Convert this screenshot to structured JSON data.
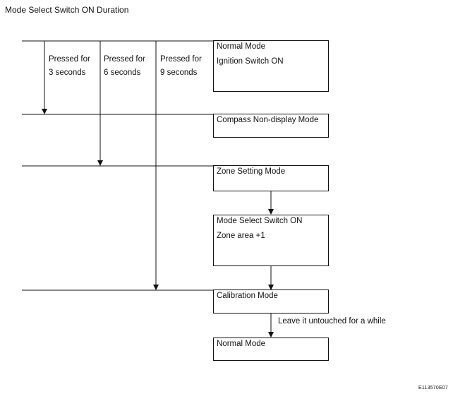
{
  "title": "Mode Select Switch ON Duration",
  "pressed_labels": [
    {
      "line1": "Pressed for",
      "line2": "3 seconds"
    },
    {
      "line1": "Pressed for",
      "line2": "6 seconds"
    },
    {
      "line1": "Pressed for",
      "line2": "9 seconds"
    }
  ],
  "boxes": {
    "normal_top": {
      "line1": "Normal Mode",
      "line2": "Ignition Switch ON"
    },
    "compass": {
      "line1": "Compass Non-display Mode"
    },
    "zone_setting": {
      "line1": "Zone Setting Mode"
    },
    "mode_select": {
      "line1": "Mode Select Switch ON",
      "line2": "Zone area +1"
    },
    "calibration": {
      "line1": "Calibration Mode"
    },
    "normal_bottom": {
      "line1": "Normal Mode"
    }
  },
  "leave_note": "Leave it untouched for a while",
  "figure_code": "E113570E07"
}
